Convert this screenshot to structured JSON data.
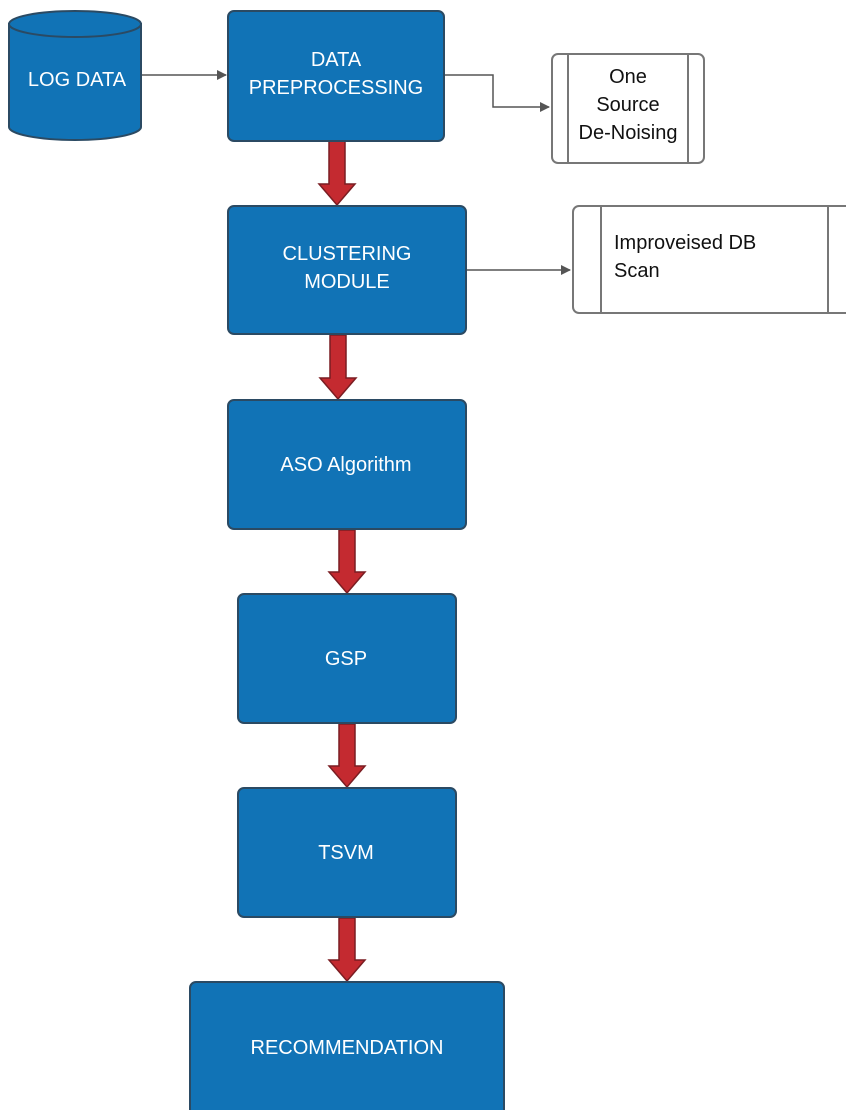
{
  "nodes": {
    "log_data": {
      "label": "LOG DATA",
      "shape": "database"
    },
    "data_preprocessing": {
      "lines": [
        "DATA",
        "PREPROCESSING"
      ]
    },
    "clustering_module": {
      "lines": [
        "CLUSTERING",
        "MODULE"
      ]
    },
    "aso_algorithm": {
      "label": "ASO Algorithm"
    },
    "gsp": {
      "label": "GSP"
    },
    "tsvm": {
      "label": "TSVM"
    },
    "recommendation": {
      "label": "RECOMMENDATION"
    },
    "one_source_denoising": {
      "lines": [
        "One",
        "Source",
        "De-Noising"
      ],
      "shape": "predefined-process"
    },
    "improveised_db_scan": {
      "lines": [
        "Improveised DB",
        "Scan"
      ],
      "shape": "predefined-process"
    }
  },
  "edges": [
    {
      "from": "log_data",
      "to": "data_preprocessing",
      "style": "thin-arrow"
    },
    {
      "from": "data_preprocessing",
      "to": "one_source_denoising",
      "style": "thin-elbow-arrow"
    },
    {
      "from": "clustering_module",
      "to": "improveised_db_scan",
      "style": "thin-arrow"
    },
    {
      "from": "data_preprocessing",
      "to": "clustering_module",
      "style": "thick-red-arrow"
    },
    {
      "from": "clustering_module",
      "to": "aso_algorithm",
      "style": "thick-red-arrow"
    },
    {
      "from": "aso_algorithm",
      "to": "gsp",
      "style": "thick-red-arrow"
    },
    {
      "from": "gsp",
      "to": "tsvm",
      "style": "thick-red-arrow"
    },
    {
      "from": "tsvm",
      "to": "recommendation",
      "style": "thick-red-arrow"
    }
  ],
  "colors": {
    "box_fill": "#1173b6",
    "box_stroke": "#2b4a63",
    "flow_arrow": "#c42a30",
    "flow_arrow_stroke": "#7a1d22",
    "connector": "#555555",
    "side_box_stroke": "#777777"
  }
}
